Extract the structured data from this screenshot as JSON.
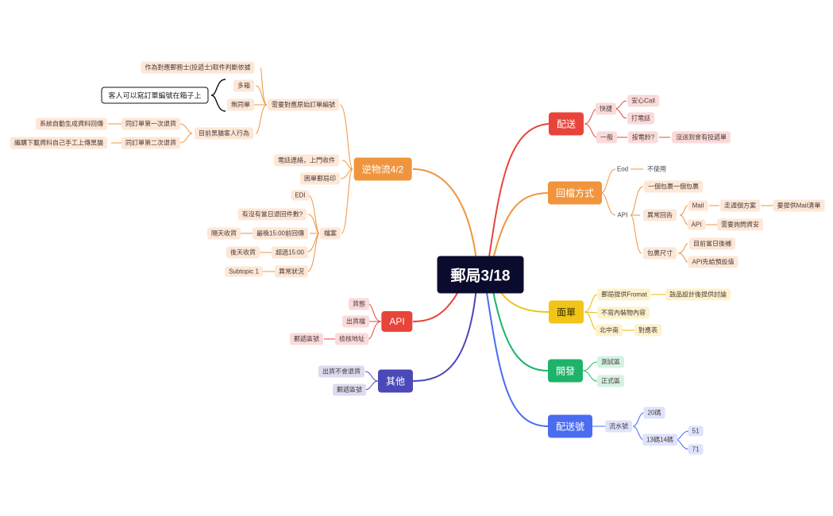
{
  "root": "郵局3/18",
  "branches": {
    "delivery": {
      "label": "配送",
      "color": "#e8443a",
      "fast": "快捷",
      "fast_a": "安心Call",
      "fast_b": "打電話",
      "normal": "一般",
      "bell": "按電鈴?",
      "bell_note": "沒送到會有投遞單"
    },
    "reply": {
      "label": "回檔方式",
      "color": "#f0953d",
      "eod": "Eod",
      "eod_note": "不使用",
      "api": "API",
      "one": "一個包裹一個包裹",
      "exception": "異常回告",
      "mail": "Mail",
      "mail_plan": "走週個方案",
      "mail_list": "要提供Mail清單",
      "api2": "API",
      "api2_note": "需要詢問資安",
      "size": "包裹尺寸",
      "size_a": "目前當日後補",
      "size_b": "API先給預設值"
    },
    "form": {
      "label": "面單",
      "color": "#f0c419",
      "f1": "郵局提供Fromat",
      "f1_note": "鼓品設計後提供討論",
      "f2": "不寫內裝物內容",
      "f3": "北中南",
      "f3_note": "對應表"
    },
    "dev": {
      "label": "開發",
      "color": "#1db36a",
      "test": "測試區",
      "prod": "正式區"
    },
    "number": {
      "label": "配送號",
      "color": "#4a6cf0",
      "serial": "流水號",
      "c20": "20碼",
      "c13": "13碼14碼",
      "n51": "51",
      "n71": "71"
    },
    "reverse": {
      "label": "逆物流4/2",
      "color": "#f0953d",
      "need": "需要對應原始訂單編號",
      "need_a": "作為對應郵務士(投遞士)取件判斷依據",
      "multi": "多箱",
      "no_order": "無同單",
      "callout": "客人可以寫訂單編號在箱子上",
      "behavior": "目前黑貓客人行為",
      "first": "同訂單第一次退貨",
      "first_note": "系統自動生成資料回傳",
      "second": "同訂單第二次退貨",
      "second_note": "繼購下載資料自己手工上傳黑貓",
      "phone": "電話連絡，上門收件",
      "print": "困單郵局印",
      "file": "檔案",
      "edi": "EDI",
      "count": "有沒有當日退回件數?",
      "latest": "最晚15:00前回傳",
      "latest_note": "隔天收貨",
      "over": "超過15:00",
      "over_note": "後天收貨",
      "abnormal": "異常狀況",
      "abnormal_note": "Subtopic 1"
    },
    "api": {
      "label": "API",
      "color": "#e8443a",
      "a1": "貨態",
      "a2": "出貨檔",
      "a3": "檢核地址",
      "a3_note": "郵遞區號"
    },
    "other": {
      "label": "其他",
      "color": "#4b48b8",
      "o1": "出貨不會退貨",
      "o2": "郵遞區號"
    }
  }
}
